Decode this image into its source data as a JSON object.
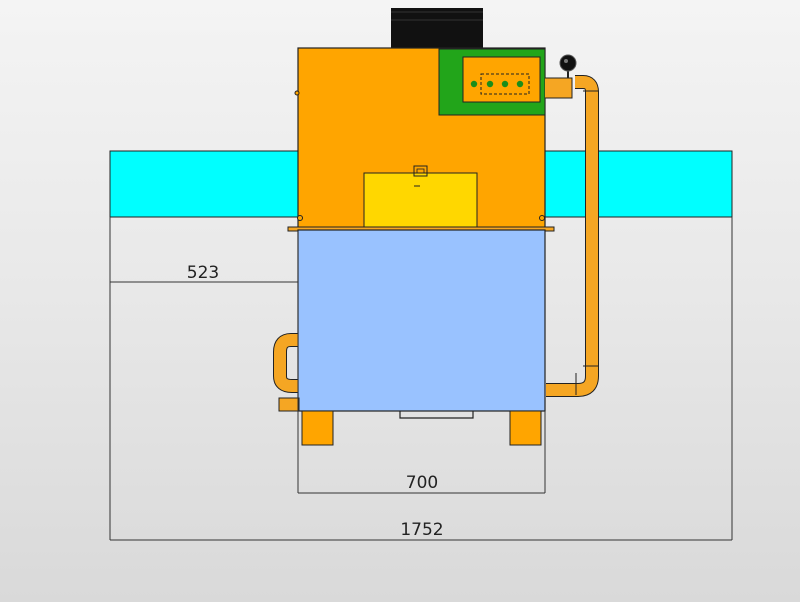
{
  "dimensions": {
    "left_offset": "523",
    "body_width": "700",
    "overall_width": "1752"
  },
  "colors": {
    "housing_orange": "#ffa500",
    "control_panel_green": "#22a51a",
    "control_inner_orange": "#ffa500",
    "lower_tank_blue": "#99c2ff",
    "side_panels_cyan": "#00ffff",
    "window_yellow": "#ffd700",
    "exhaust_black": "#111111",
    "pipe_orange": "#f5a623",
    "dimension_lines": "#333333"
  },
  "icons": {
    "gauge": "pressure-gauge-icon",
    "lock": "latch-icon"
  }
}
